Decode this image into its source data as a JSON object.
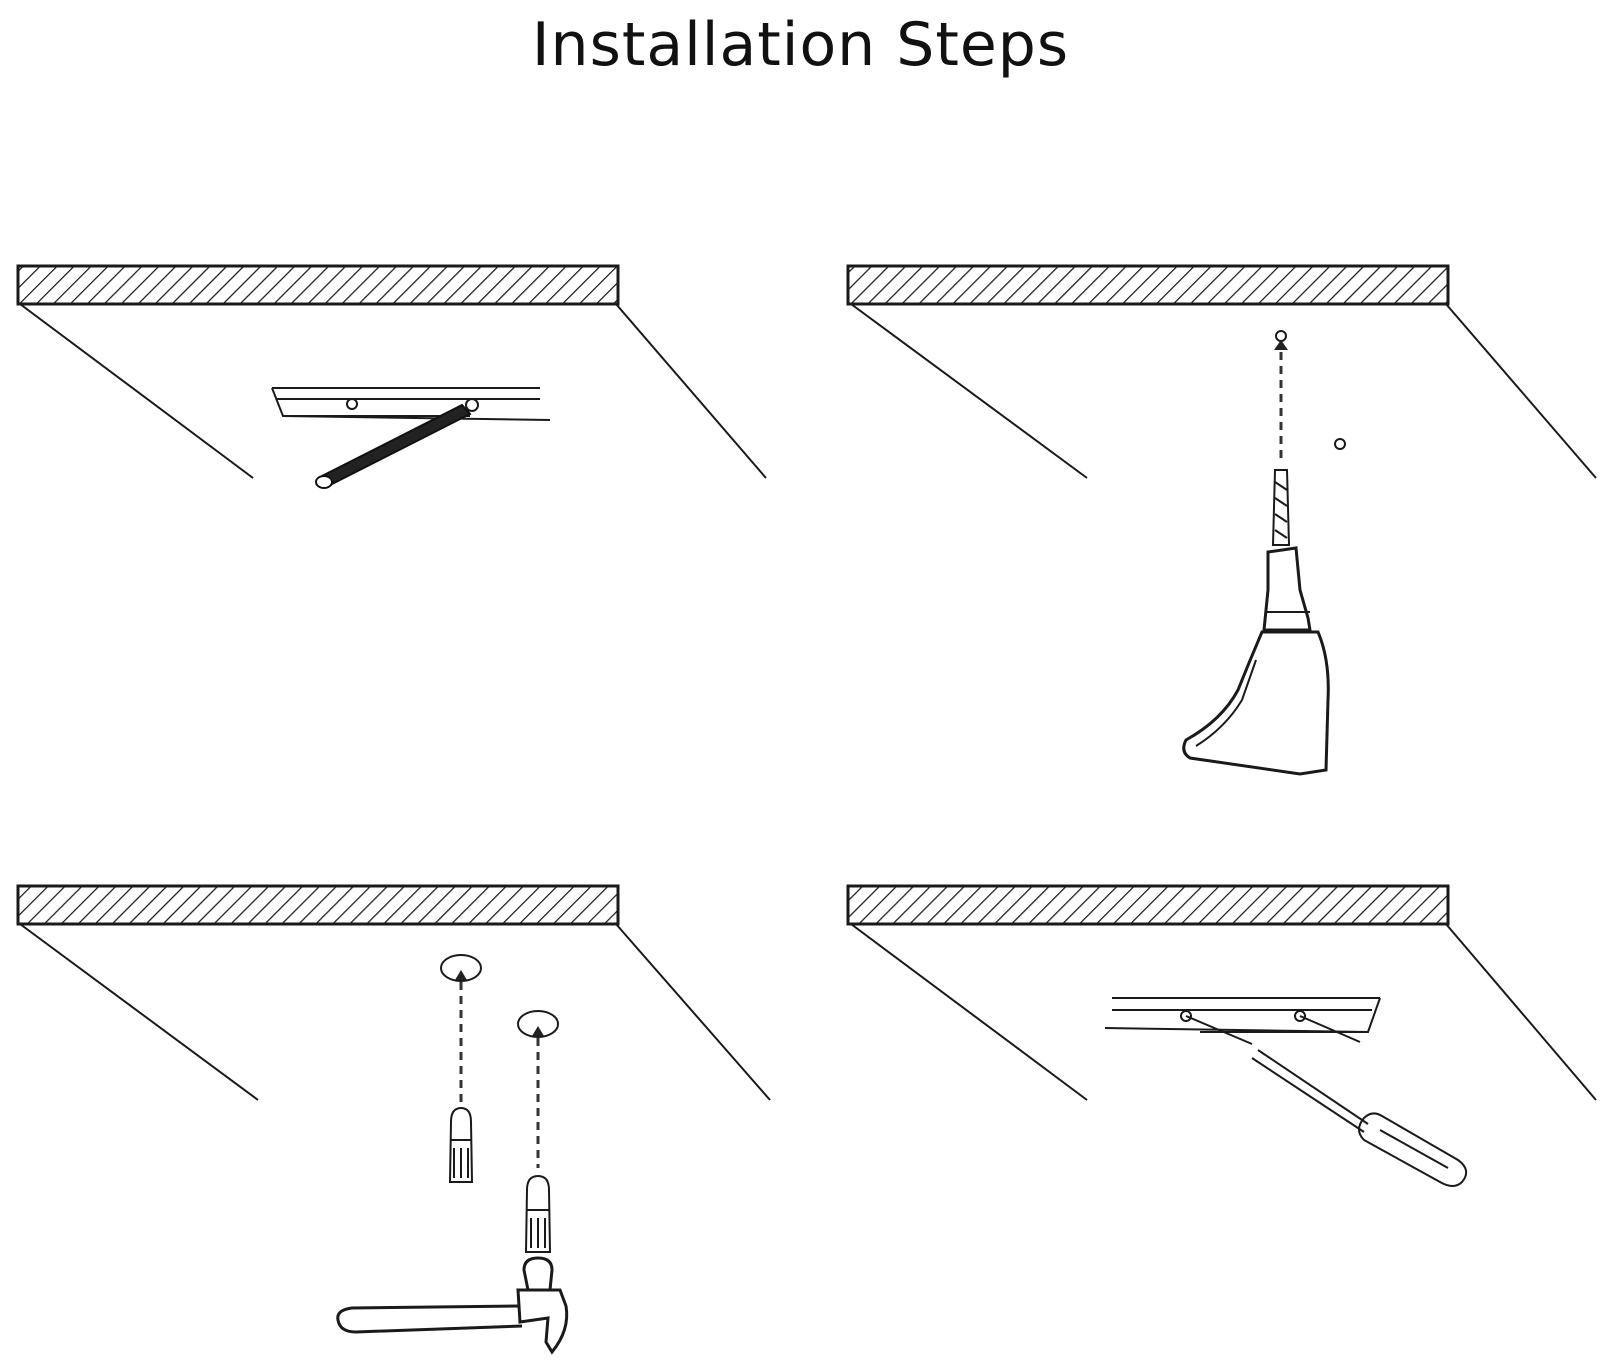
{
  "title": "Installation Steps",
  "steps": [
    {
      "illustration": "mark-holes",
      "icons": [
        "bracket-icon",
        "pencil-icon"
      ]
    },
    {
      "illustration": "drill-holes",
      "icons": [
        "drill-icon"
      ]
    },
    {
      "illustration": "insert-anchors",
      "icons": [
        "wall-anchor-icon",
        "hammer-icon"
      ]
    },
    {
      "illustration": "screw-bracket",
      "icons": [
        "bracket-icon",
        "screwdriver-icon"
      ]
    }
  ],
  "colors": {
    "line": "#1a1a1a",
    "background": "#ffffff"
  }
}
